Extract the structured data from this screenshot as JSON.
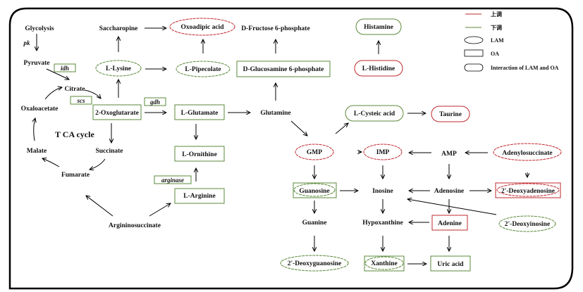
{
  "colors": {
    "up": "#c0282d",
    "down": "#5a8a3a",
    "text": "#111111",
    "frame": "#000000"
  },
  "legend": {
    "up_label": "上调",
    "down_label": "下调",
    "lam_label": "LAM",
    "oa_label": "OA",
    "interaction_label": "Interaction of LAM and OA"
  },
  "cycle_label": "T CA cycle",
  "nodes": {
    "glycolysis": "Glycolysis",
    "pyruvate": "Pyruvate",
    "citrate": "Citrate",
    "oxaloacetate": "Oxaloacetate",
    "malate": "Malate",
    "fumarate": "Fumarate",
    "succinate": "Succinate",
    "oxoglutarate": "2-Oxoglutarate",
    "argininosuccinate": "Argininosuccinate",
    "saccharopine": "Saccharopine",
    "lysine": "L-Lysine",
    "oxoadipic": "Oxoadipic acid",
    "pipecolate": "L-Pipecolate",
    "fructose6p": "D-Fructose 6-phosphate",
    "glucosamine6p": "D-Glucosamine 6-phosphate",
    "glutamate": "L-Glutamate",
    "glutamine": "Glutamine",
    "ornithine": "L-Ornithine",
    "arginine": "L-Arginine",
    "histamine": "Histamine",
    "histidine": "L-Histidine",
    "cysteic": "L-Cysteic acid",
    "taurine": "Taurine",
    "gmp": "GMP",
    "imp": "IMP",
    "amp": "AMP",
    "adenylosuccinate": "Adenylosuccinate",
    "guanosine": "Guanosine",
    "inosine": "Inosine",
    "adenosine": "Adenosine",
    "deoxyadenosine": "2'-Deoxyadenosine",
    "guanine": "Guanine",
    "hypoxanthine": "Hypoxanthine",
    "adenine": "Adenine",
    "deoxyinosine": "2'-Deoxyinosine",
    "deoxyguanosine": "2'-Deoxyguanosine",
    "xanthine": "Xanthine",
    "uric": "Uric acid"
  },
  "enzymes": {
    "pk": "pk",
    "idh": "idh",
    "scs": "scs",
    "gdh": "gdh",
    "arginase": "arginase"
  }
}
